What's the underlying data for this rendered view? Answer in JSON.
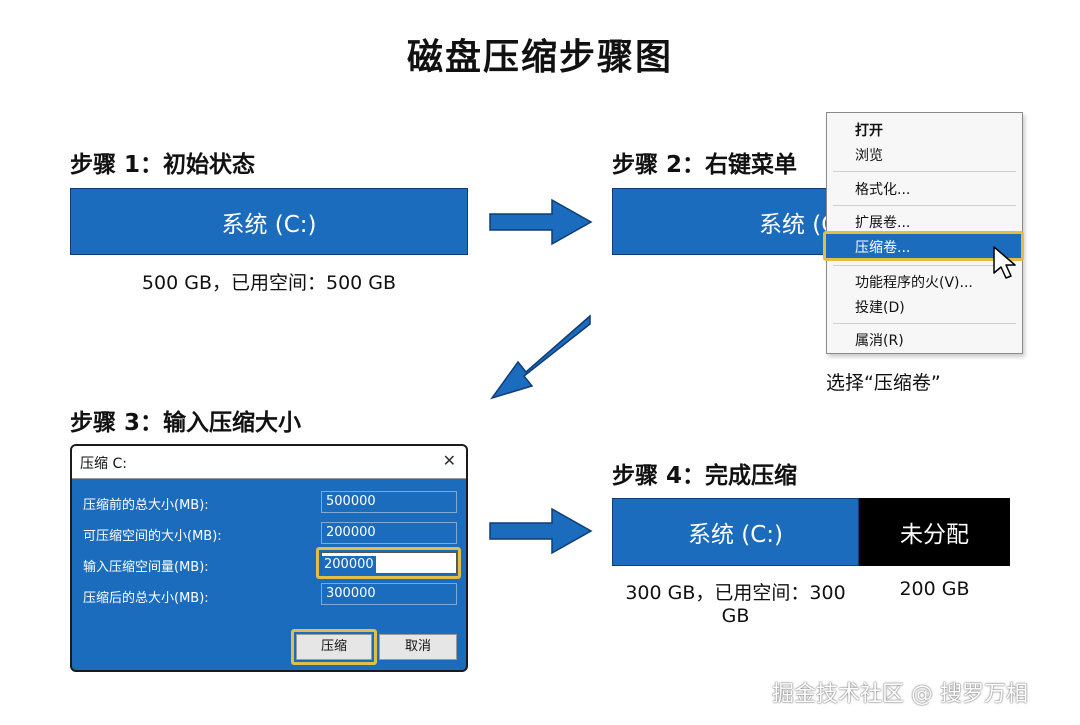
{
  "title": "磁盘压缩步骤图",
  "step1": {
    "heading": "步骤 1：初始状态",
    "disk_label": "系统 (C:)",
    "caption": "500 GB，已用空间：500 GB"
  },
  "step2": {
    "heading": "步骤 2：右键菜单",
    "disk_label": "系统 (C:)",
    "menu": [
      "打开",
      "浏览",
      "格式化...",
      "扩展卷...",
      "压缩卷...",
      "功能程序的火(V)...",
      "投建(D)",
      "属消(R)"
    ],
    "caption": "选择“压缩卷”"
  },
  "step3": {
    "heading": "步骤 3：输入压缩大小",
    "dialog_title": "压缩 C:",
    "rows": [
      {
        "label": "压缩前的总大小(MB):",
        "value": "500000"
      },
      {
        "label": "可压缩空间的大小(MB):",
        "value": "200000"
      },
      {
        "label": "输入压缩空间量(MB):",
        "value": "200000"
      },
      {
        "label": "压缩后的总大小(MB):",
        "value": "300000"
      }
    ],
    "ok_button": "压缩",
    "cancel_button": "取消",
    "close_symbol": "✕"
  },
  "step4": {
    "heading": "步骤 4：完成压缩",
    "disk_label": "系统 (C:)",
    "unallocated_label": "未分配",
    "caption_main": "300 GB，已用空间：300 GB",
    "caption_unallocated": "200 GB"
  },
  "watermark": "掘金技术社区 @ 搜罗万相",
  "colors": {
    "disk_blue": "#1c6cbd",
    "highlight_gold": "#e2be46",
    "unallocated": "#000000"
  }
}
